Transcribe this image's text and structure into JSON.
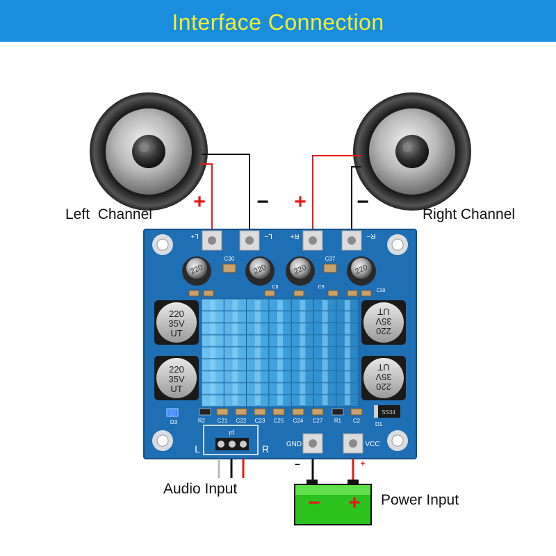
{
  "banner": {
    "title": "Interface  Connection",
    "background": "#1a8ddc",
    "text_color": "#f6ef2f"
  },
  "labels": {
    "left_channel": "Left  Channel",
    "right_channel": "Right Channel",
    "audio_input": "Audio Input",
    "power_input": "Power Input"
  },
  "speaker_terminals": {
    "left_plus": "+",
    "left_minus": "−",
    "right_plus": "+",
    "right_minus": "−"
  },
  "board": {
    "color": "#1f6fb4",
    "terminals": {
      "l_plus": "L+",
      "l_minus": "L−",
      "r_plus": "R+",
      "r_minus": "R−",
      "gnd": "GND",
      "vcc": "VCC"
    },
    "audio_side": {
      "left": "L",
      "right": "R",
      "marker": "pl"
    },
    "inductor_marking": "220",
    "capacitor_marking": {
      "value": "220",
      "voltage": "35V",
      "brand": "UT"
    },
    "led": "D3",
    "diode": "D1",
    "diode_marking": "SS34",
    "small_components": [
      "C30",
      "C37",
      "C8",
      "C9",
      "C39",
      "R2",
      "C21",
      "C22",
      "C23",
      "C25",
      "C24",
      "C27",
      "R1",
      "C2"
    ],
    "power_signs": {
      "minus": "−",
      "plus": "+"
    }
  },
  "battery": {
    "minus": "−",
    "plus": "+",
    "color": "#2bc21e"
  },
  "wire_colors": {
    "positive": "#e31b1b",
    "negative": "#111111",
    "ground_audio": "#bbbbbb"
  }
}
